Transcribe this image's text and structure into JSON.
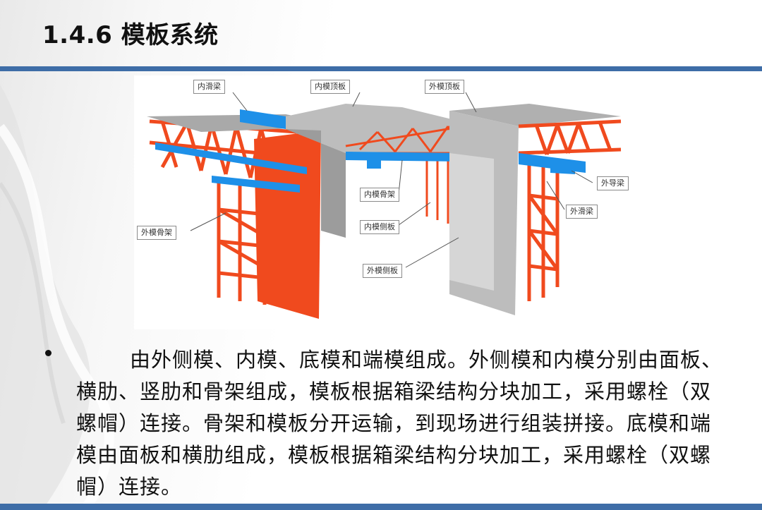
{
  "slide": {
    "title": "1.4.6 模板系统",
    "body": "由外侧模、内模、底模和端模组成。外侧模和内模分别由面板、横肋、竖肋和骨架组成，模板根据箱梁结构分块加工，采用螺栓（双螺帽）连接。骨架和模板分开运输，到现场进行组装拼接。底模和端模由面板和横肋组成，模板根据箱梁结构分块加工，采用螺栓（双螺帽）连接。"
  },
  "diagram": {
    "callouts": {
      "inner_slide_beam": "内滑梁",
      "inner_top_panel": "内模顶板",
      "outer_top_panel": "外模顶板",
      "outer_guide_beam": "外导梁",
      "outer_slide_beam": "外滑梁",
      "inner_frame": "内模骨架",
      "inner_side_panel": "内模侧板",
      "outer_side_panel": "外模侧板",
      "outer_frame": "外模骨架"
    }
  },
  "colors": {
    "accent_rule": "#3e6da7",
    "frame_orange": "#f04a1e",
    "beam_blue": "#1e90e8",
    "panel_gray": "#b3b3b3"
  }
}
